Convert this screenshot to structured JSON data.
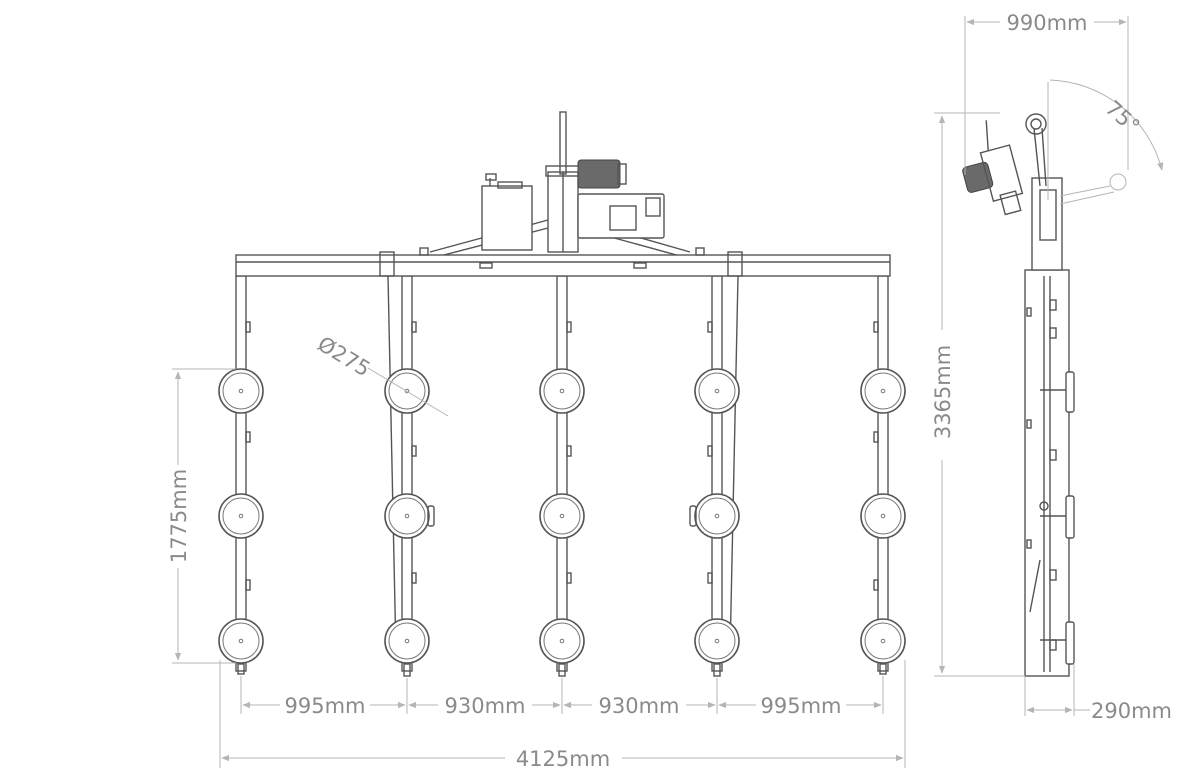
{
  "front_view": {
    "dimensions": {
      "cup_diameter": "Ø275",
      "cup_pitch_vertical": "1775mm",
      "spacing_1": "995mm",
      "spacing_2": "930mm",
      "spacing_3": "930mm",
      "spacing_4": "995mm",
      "overall_width": "4125mm"
    }
  },
  "side_view": {
    "dimensions": {
      "top_width": "990mm",
      "tilt_angle": "75°",
      "overall_height": "3365mm",
      "depth": "290mm"
    }
  },
  "colors": {
    "line": "#555555",
    "dimension_line": "#b5b5b5",
    "dimension_text": "#8a8a8a"
  }
}
